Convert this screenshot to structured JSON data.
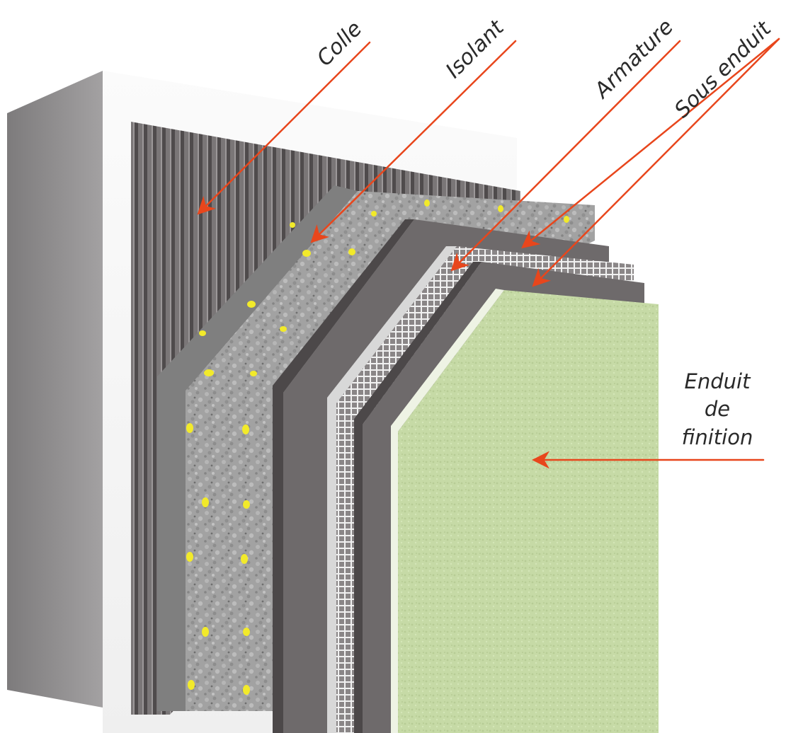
{
  "labels": {
    "colle": "Colle",
    "isolant": "Isolant",
    "armature": "Armature",
    "sous_enduit": "Sous enduit",
    "enduit_line1": "Enduit",
    "enduit_line2": "de",
    "enduit_line3": "finition"
  },
  "colors": {
    "arrow": "#e8461c",
    "wall_front": "#f7f7f7",
    "wall_side": "#8f8d8e",
    "adhesive": "#5e5a5b",
    "insulation": "#9a9a9a",
    "insulation_dots": "#f2ea2a",
    "base_coat": "#6f6b6c",
    "mesh": "#e9e9e9",
    "finish": "#c8dcaa"
  }
}
